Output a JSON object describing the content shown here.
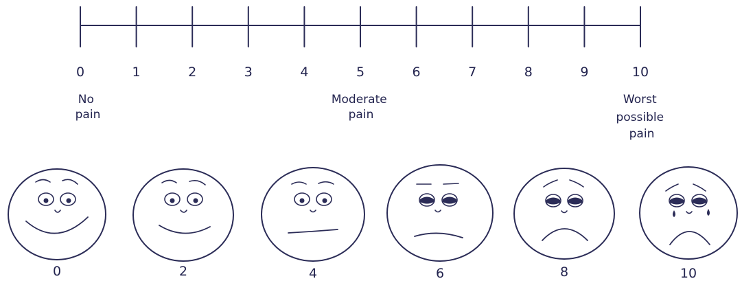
{
  "scale": {
    "numbers": [
      "0",
      "1",
      "2",
      "3",
      "4",
      "5",
      "6",
      "7",
      "8",
      "9",
      "10"
    ],
    "anchors": [
      {
        "lines": [
          "No",
          "pain"
        ]
      },
      {
        "lines": [
          "Moderate",
          "pain"
        ]
      },
      {
        "lines": [
          "Worst",
          "possible",
          "pain"
        ]
      }
    ]
  },
  "faces": [
    {
      "label": "0",
      "expression": "laughing"
    },
    {
      "label": "2",
      "expression": "smiling"
    },
    {
      "label": "4",
      "expression": "neutral"
    },
    {
      "label": "6",
      "expression": "slightly-sad"
    },
    {
      "label": "8",
      "expression": "sad"
    },
    {
      "label": "10",
      "expression": "crying"
    }
  ],
  "colors": {
    "ink": "#2b2c57",
    "background": "#ffffff"
  }
}
